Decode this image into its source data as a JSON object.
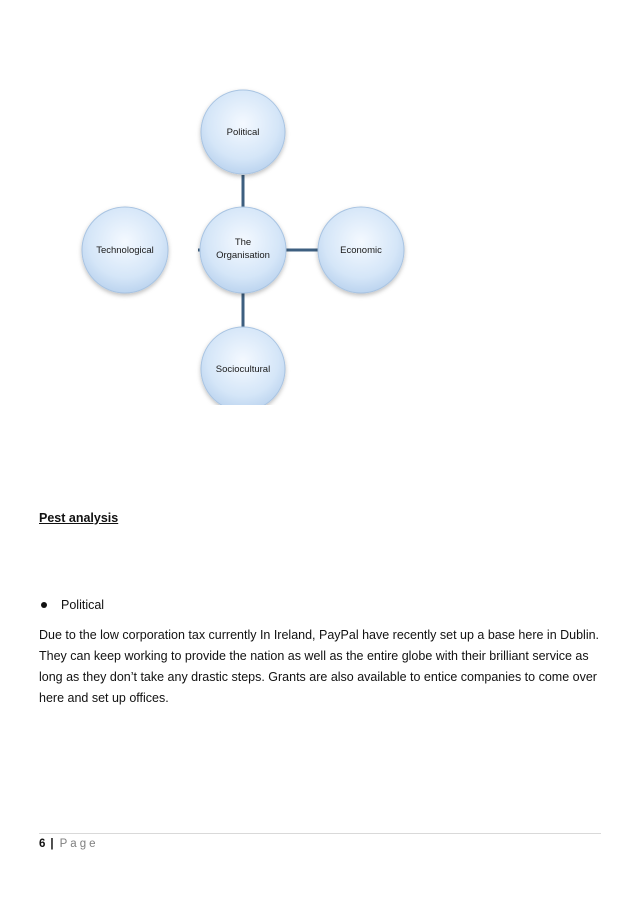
{
  "diagram": {
    "nodes": {
      "top": "Political",
      "left": "Technological",
      "center_line1": "The",
      "center_line2": "Organisation",
      "right": "Economic",
      "bottom": "Sociocultural"
    },
    "colors": {
      "node_fill": "#cfe2f7",
      "node_edge": "#a9c4e2",
      "connector": "#3d5f80"
    }
  },
  "heading": "Pest analysis",
  "bullet": "Political",
  "paragraph": "Due to the low corporation tax currently In Ireland, PayPal have recently set up a base here in Dublin. They can keep working to provide the nation as well as the entire globe with their brilliant service as long as they don’t take any drastic steps. Grants are also available to entice companies to come over here and set up offices.",
  "footer": {
    "page_number": "6",
    "separator": "|",
    "page_word": "Page"
  }
}
